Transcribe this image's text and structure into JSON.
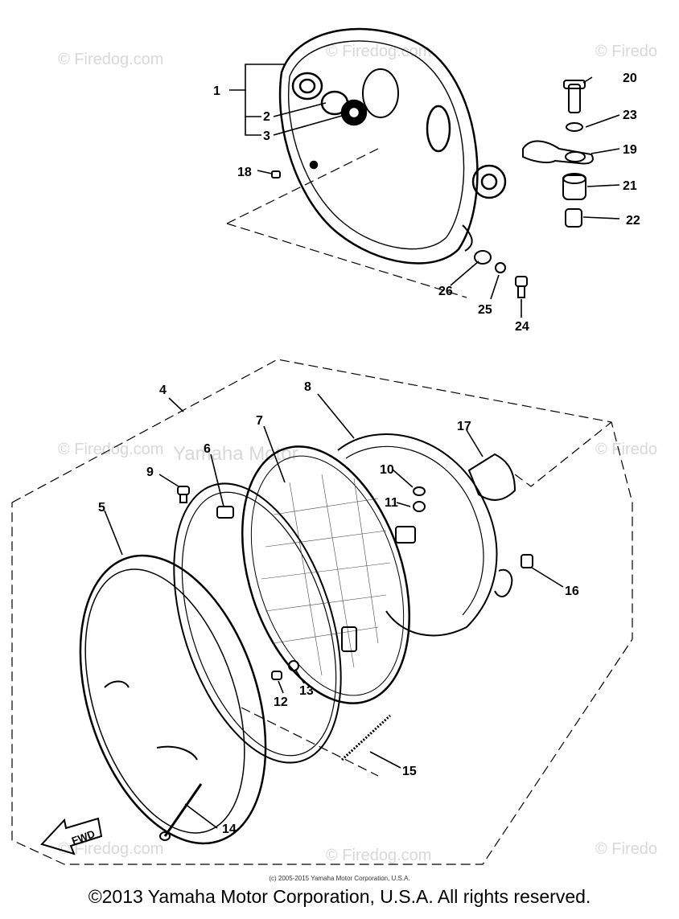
{
  "watermarks": {
    "firedog_full": "© Firedog.com",
    "firedog_short": "© Firedo",
    "firedog_partial": "© Firedog.com",
    "yamaha": "Yamaha Motor"
  },
  "parts": [
    {
      "num": "1"
    },
    {
      "num": "2"
    },
    {
      "num": "3"
    },
    {
      "num": "4"
    },
    {
      "num": "5"
    },
    {
      "num": "6"
    },
    {
      "num": "7"
    },
    {
      "num": "8"
    },
    {
      "num": "9"
    },
    {
      "num": "10"
    },
    {
      "num": "11"
    },
    {
      "num": "12"
    },
    {
      "num": "13"
    },
    {
      "num": "14"
    },
    {
      "num": "15"
    },
    {
      "num": "16"
    },
    {
      "num": "17"
    },
    {
      "num": "18"
    },
    {
      "num": "19"
    },
    {
      "num": "20"
    },
    {
      "num": "21"
    },
    {
      "num": "22"
    },
    {
      "num": "23"
    },
    {
      "num": "24"
    },
    {
      "num": "25"
    },
    {
      "num": "26"
    }
  ],
  "fwd_label": "FWD",
  "small_copyright": "(c) 2005-2015 Yamaha Motor Corporation, U.S.A.",
  "footer_copyright": "©2013 Yamaha Motor Corporation, U.S.A. All rights reserved."
}
